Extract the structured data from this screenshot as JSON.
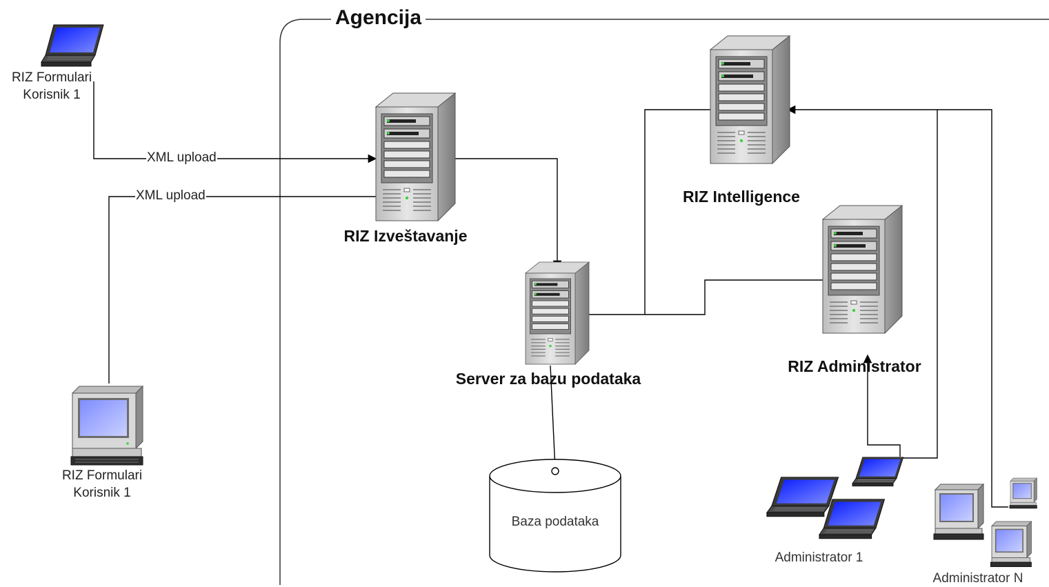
{
  "diagram": {
    "boundary_title": "Agencija",
    "nodes": {
      "laptop_user": {
        "label_line1": "RIZ Formulari",
        "label_line2": "Korisnik 1"
      },
      "desktop_user": {
        "label_line1": "RIZ Formulari",
        "label_line2": "Korisnik 1"
      },
      "izvestavanje": {
        "label": "RIZ Izveštavanje"
      },
      "intelligence": {
        "label": "RIZ Intelligence"
      },
      "db_server": {
        "label": "Server za bazu podataka"
      },
      "administrator_server": {
        "label": "RIZ Administrator"
      },
      "database": {
        "label": "Baza podataka"
      },
      "admin_1": {
        "label": "Administrator 1"
      },
      "admin_n": {
        "label": "Administrator N"
      }
    },
    "edges": {
      "upload_1": "XML upload",
      "upload_2": "XML upload"
    },
    "colors": {
      "line": "#000000",
      "boundary": "#333333",
      "server_body": "#d7d7d7",
      "server_side": "#9b9b9b",
      "screen": "#1a2dff",
      "led": "#3fd13f"
    }
  }
}
